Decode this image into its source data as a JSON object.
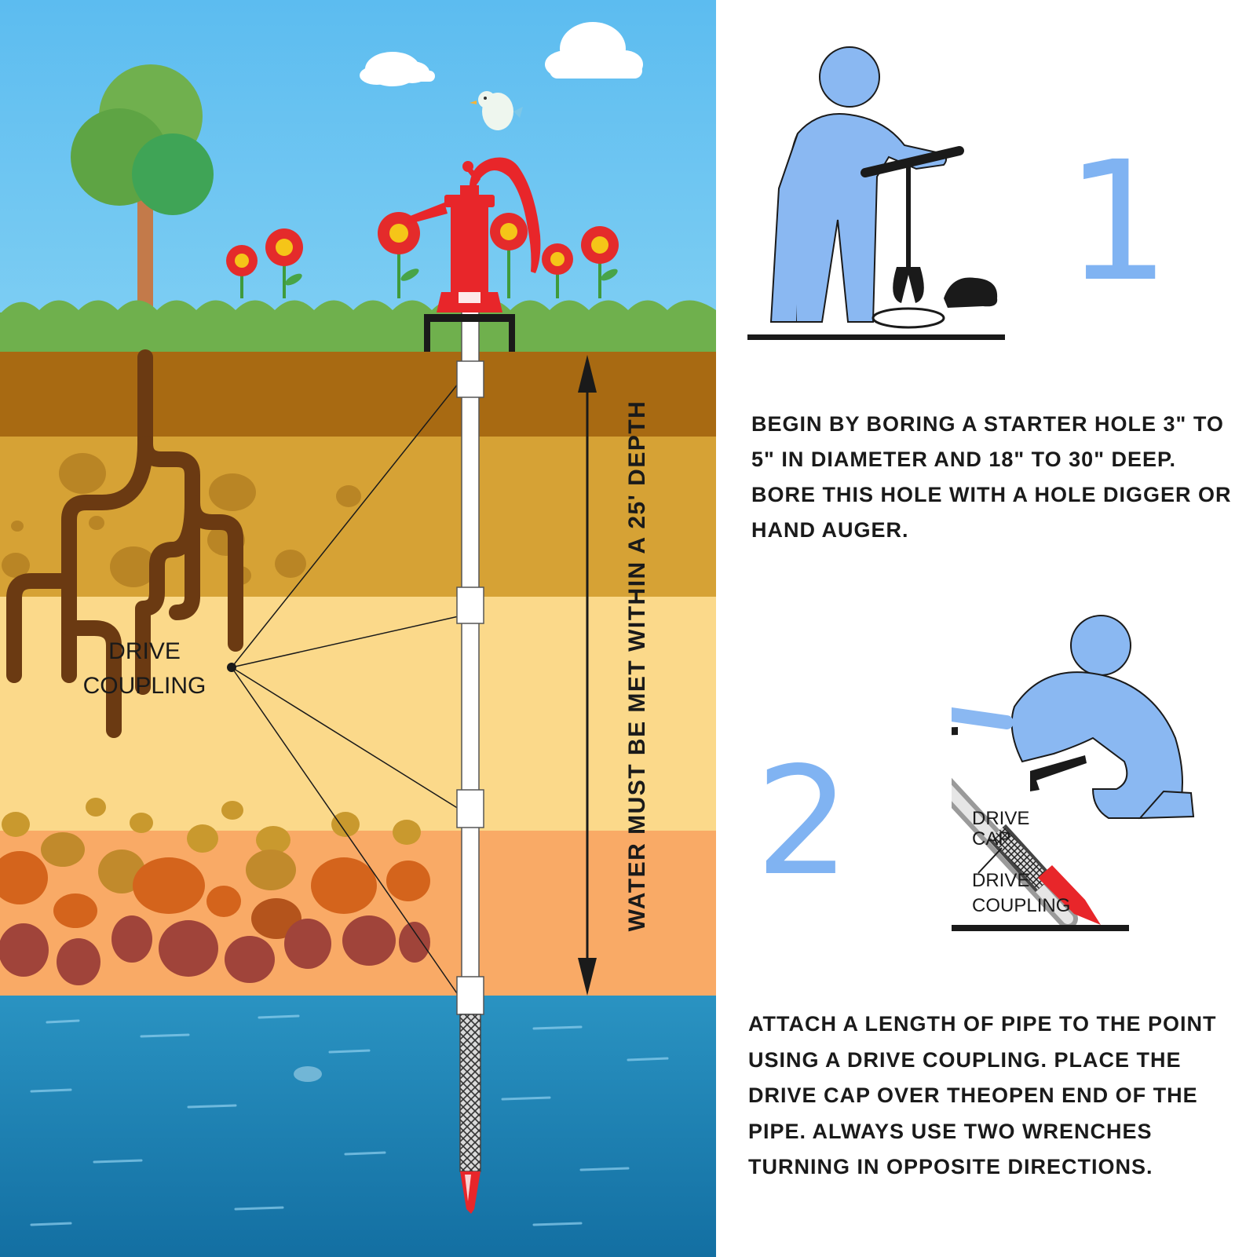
{
  "scene": {
    "drive_coupling_label": "DRIVE COUPLING",
    "depth_label": "WATER MUST BE MET WITHIN A 25' DEPTH"
  },
  "steps": [
    {
      "number": "1",
      "text": "BEGIN BY BORING A STARTER HOLE 3\" TO 5\" IN DIAMETER AND 18\" TO 30\" DEEP. BORE THIS HOLE WITH A HOLE DIGGER OR HAND AUGER."
    },
    {
      "number": "2",
      "text": "ATTACH A LENGTH OF PIPE TO THE POINT USING A DRIVE COUPLING. PLACE THE DRIVE CAP OVER THEOPEN END OF THE PIPE. ALWAYS USE TWO WRENCHES TURNING IN OPPOSITE DIRECTIONS.",
      "figure_labels": {
        "drive_cap": "DRIVE CAP",
        "drive_coupling": "DRIVE COUPLING"
      }
    }
  ],
  "colors": {
    "sky": "#64bff0",
    "grass": "#6fb04d",
    "soil_top": "#a86a12",
    "soil_mid": "#d6a235",
    "soil_light": "#fbd98a",
    "soil_orange": "#f9aa66",
    "water": "#1d85b6",
    "pump_red": "#e8262a",
    "person_blue": "#8ab8f2",
    "step_number": "#80b3f2"
  }
}
